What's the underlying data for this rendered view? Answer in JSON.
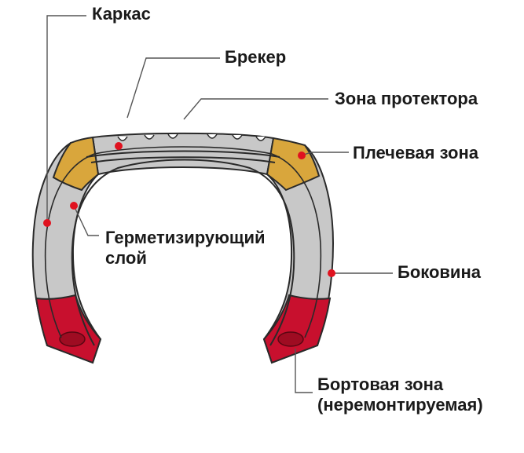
{
  "labels": {
    "karkas": "Каркас",
    "breker": "Брекер",
    "protektor": "Зона протектора",
    "plechevaya": "Плечевая зона",
    "germetiz_line1": "Герметизирующий",
    "germetiz_line2": "слой",
    "bokovina": "Боковина",
    "bortovaya_line1": "Бортовая зона",
    "bortovaya_line2": "(неремонтируемая)"
  },
  "colors": {
    "sidewall_gray": "#c8c8c8",
    "shoulder_gold": "#d9a63c",
    "bead_red": "#c8102e",
    "marker_red": "#e0121f",
    "outline": "#2a2a2a",
    "leader_gray": "#555555"
  }
}
